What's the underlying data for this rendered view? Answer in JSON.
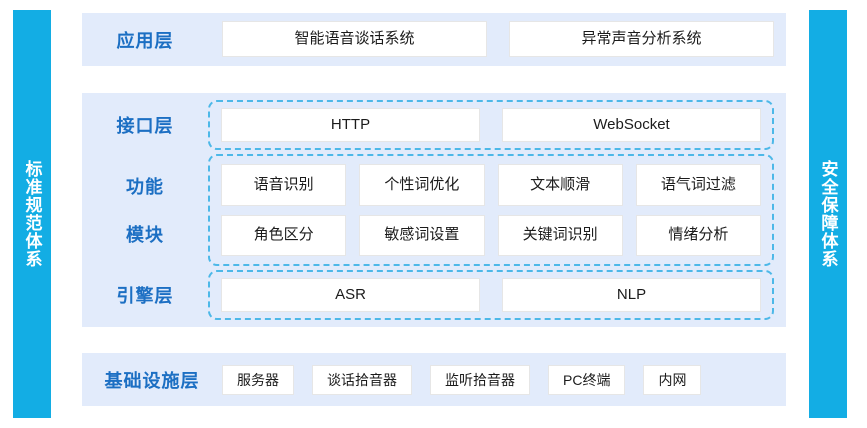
{
  "sidebars": {
    "left": {
      "text": "标准规范体系",
      "color": "#13ade4"
    },
    "right": {
      "text": "安全保障体系",
      "color": "#13ade4"
    }
  },
  "theme": {
    "panel_bg": "#e2ebfb",
    "label_color": "#1c6fc3",
    "dashed_border": "#4db8e8",
    "node_bg": "#ffffff",
    "node_text": "#1b1b1b"
  },
  "layers": {
    "application": {
      "label": "应用层",
      "nodes": [
        "智能语音谈话系统",
        "异常声音分析系统"
      ]
    },
    "interface": {
      "label": "接口层",
      "nodes": [
        "HTTP",
        "WebSocket"
      ]
    },
    "function_module": {
      "label_line1": "功能",
      "label_line2": "模块",
      "nodes": [
        "语音识别",
        "个性词优化",
        "文本顺滑",
        "语气词过滤",
        "角色区分",
        "敏感词设置",
        "关键词识别",
        "情绪分析"
      ]
    },
    "engine": {
      "label": "引擎层",
      "nodes": [
        "ASR",
        "NLP"
      ]
    },
    "infrastructure": {
      "label": "基础设施层",
      "nodes": [
        "服务器",
        "谈话拾音器",
        "监听拾音器",
        "PC终端",
        "内网"
      ]
    }
  }
}
